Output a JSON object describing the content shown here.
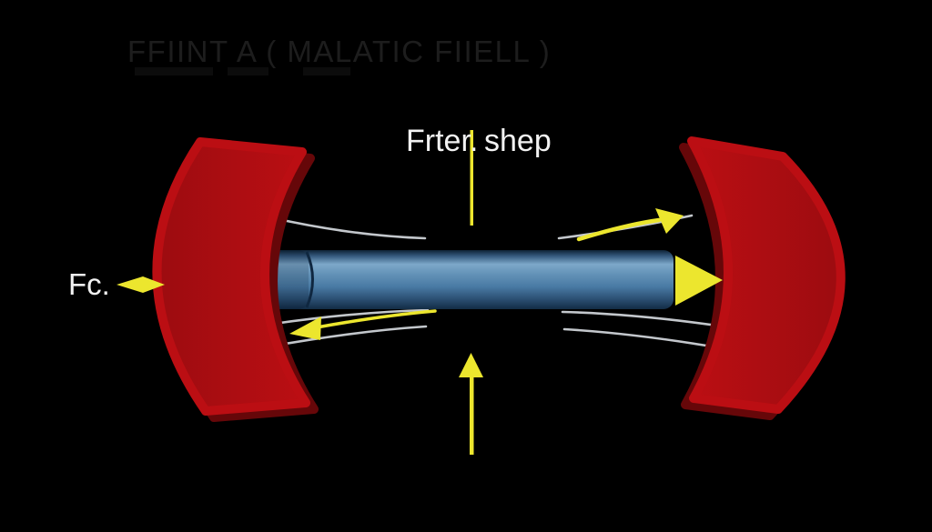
{
  "title": {
    "text": "FFIINT A ( MALATIC FIIELL )"
  },
  "labels": {
    "force_left": "Fc.",
    "field_center_left": "Frter.",
    "field_center_right": "shep"
  },
  "colors": {
    "background": "#000000",
    "title_text": "#1d1d1d",
    "label_text": "#f2f2f2",
    "magnet_red": "#bb0e13",
    "magnet_red_deep": "#9c0c10",
    "magnet_red_dark": "#660709",
    "rod_blue_light": "#7da8c9",
    "rod_blue_mid": "#497aa4",
    "rod_blue_dark": "#0e2235",
    "arrow_yellow": "#ece62e",
    "field_line": "#d4d8dd"
  },
  "diagram": {
    "left_magnet_pole": "curved red pole facing right",
    "right_magnet_pole": "curved red pole facing left",
    "conductor_rod": "blue horizontal cylinder between poles",
    "arrows": {
      "rod_tip_arrow": "yellow arrowhead pointing right at rod end",
      "force_left_arrow": "yellow diamond arrow pointing right beside Fc. label",
      "top_center_marker": "yellow vertical line below Frter./shep labels",
      "bottom_up_arrow": "yellow vertical arrow pointing up at bottom center",
      "upper_right_curved_arrow": "yellow curved arrow pointing up-right along field line",
      "lower_left_curved_arrow": "yellow curved arrow pointing down-left along field line"
    },
    "field_lines": "white curved magnetic field lines above and below the rod"
  }
}
